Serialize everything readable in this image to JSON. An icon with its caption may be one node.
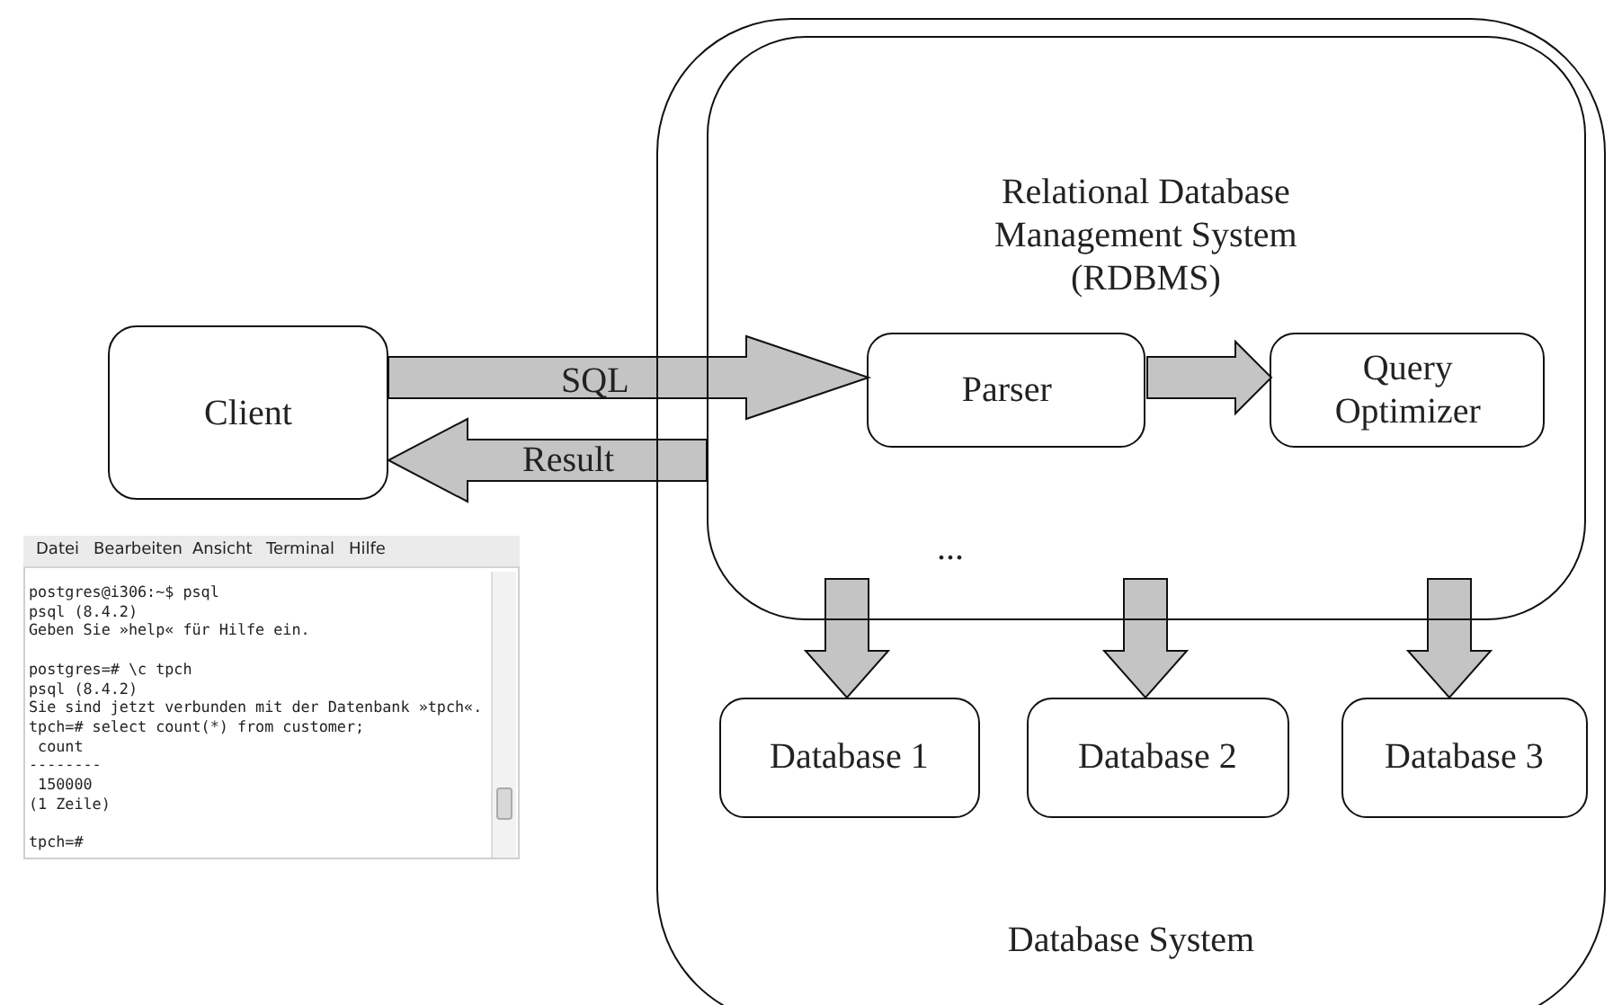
{
  "diagram": {
    "nodes": [
      {
        "text": [
          "Database System"
        ]
      },
      {
        "text": [
          "Relational Database Management System (RDBMS)"
        ],
        "in": 0
      },
      {
        "text": [
          "Client"
        ]
      },
      {
        "text": [
          "Parser"
        ],
        "in": 1
      },
      {
        "text": [
          "Query Optimizer"
        ],
        "in": 1
      },
      {
        "text": [
          "Database 1"
        ],
        "in": 0
      },
      {
        "text": [
          "Database 2"
        ],
        "in": 0
      },
      {
        "text": [
          "Database 3"
        ],
        "in": 0
      }
    ],
    "edges": [
      {
        "from": 2,
        "to": 3,
        "arrow": "to",
        "label": "SQL"
      },
      {
        "from": 1,
        "to": 2,
        "arrow": "to",
        "label": "Result"
      },
      {
        "from": 3,
        "to": 4,
        "arrow": "to"
      },
      {
        "from": 1,
        "to": 5,
        "arrow": "to"
      },
      {
        "from": 1,
        "to": 6,
        "arrow": "to"
      },
      {
        "from": 1,
        "to": 7,
        "arrow": "to"
      }
    ],
    "labels": [
      "...",
      "Datei",
      "Bearbeiten",
      "Ansicht",
      "Terminal",
      "Hilfe",
      "postgres@i306:~$ psql",
      "psql (8.4.2)",
      "Geben Sie »help« für Hilfe ein.",
      "postgres=# \\c tpch",
      "psql (8.4.2)",
      "Sie sind jetzt verbunden mit der Datenbank »tpch«.",
      "tpch=# select count(*) from customer;",
      "count",
      "--------",
      "150000",
      "(1 Zeile)",
      "tpch=#"
    ]
  }
}
